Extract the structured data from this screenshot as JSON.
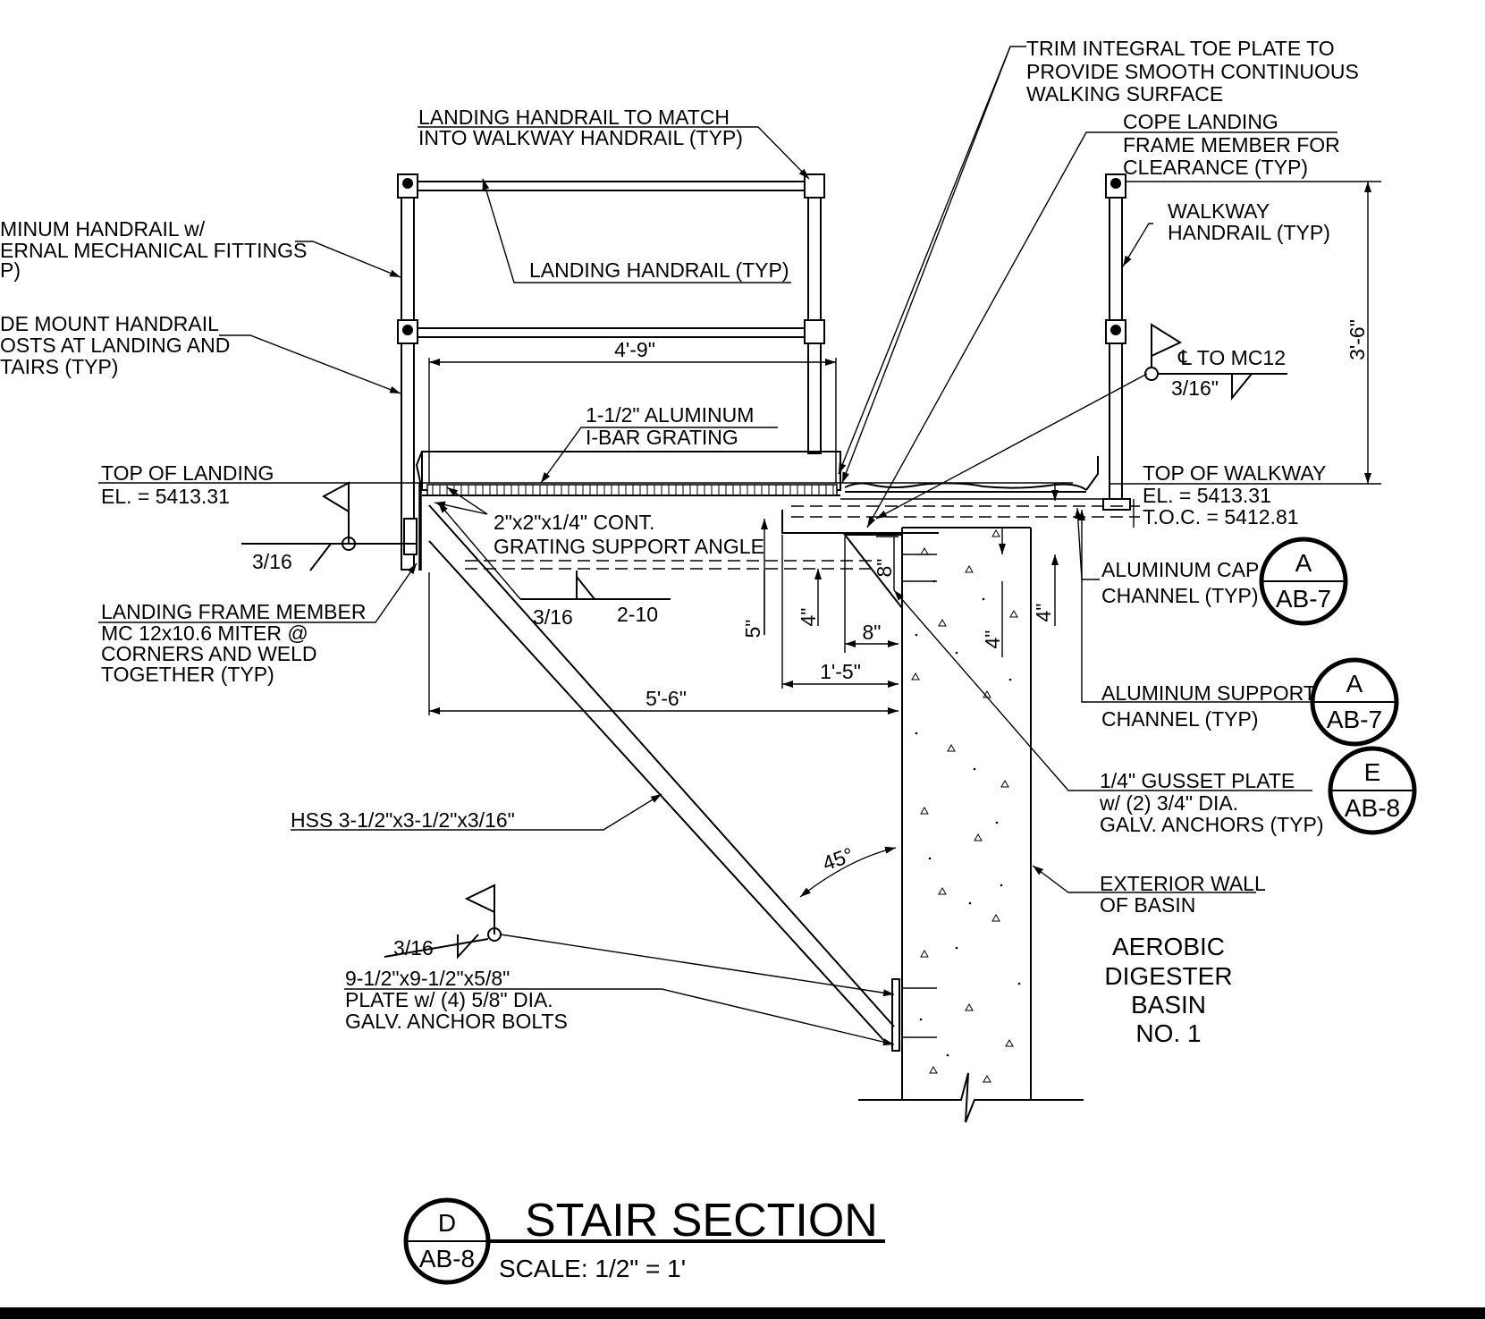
{
  "notes": {
    "trim_toe_plate": [
      "TRIM INTEGRAL TOE PLATE TO",
      "PROVIDE SMOOTH CONTINUOUS",
      "WALKING SURFACE"
    ],
    "cope_landing": [
      "COPE LANDING",
      "FRAME MEMBER FOR",
      "CLEARANCE (TYP)"
    ],
    "landing_handrail_match": [
      "LANDING HANDRAIL TO MATCH",
      "INTO WALKWAY HANDRAIL (TYP)"
    ],
    "walkway_handrail": [
      "WALKWAY",
      "HANDRAIL (TYP)"
    ],
    "aluminum_handrail": [
      "MINUM HANDRAIL w/",
      "ERNAL MECHANICAL FITTINGS",
      "P)"
    ],
    "landing_handrail": "LANDING HANDRAIL (TYP)",
    "side_mount": [
      "DE MOUNT HANDRAIL",
      "OSTS AT LANDING AND",
      "TAIRS (TYP)"
    ],
    "grating": [
      "1-1/2\" ALUMINUM",
      "I-BAR GRATING"
    ],
    "pl_to_mc12": "℄ TO MC12",
    "top_of_landing": [
      "TOP OF LANDING",
      "EL. = 5413.31"
    ],
    "top_of_walkway": [
      "TOP OF WALKWAY",
      "EL. = 5413.31",
      "T.O.C. = 5412.81"
    ],
    "support_angle": [
      "2\"x2\"x1/4\" CONT.",
      "GRATING SUPPORT ANGLE"
    ],
    "landing_frame": [
      "LANDING FRAME MEMBER",
      "MC 12x10.6 MITER @",
      "CORNERS AND WELD",
      "TOGETHER (TYP)"
    ],
    "aluminum_cap": [
      "ALUMINUM CAP",
      "CHANNEL (TYP)"
    ],
    "aluminum_support": [
      "ALUMINUM SUPPORT",
      "CHANNEL (TYP)"
    ],
    "gusset": [
      "1/4\" GUSSET PLATE",
      "w/ (2) 3/4\" DIA.",
      "GALV. ANCHORS (TYP)"
    ],
    "hss": "HSS 3-1/2\"x3-1/2\"x3/16\"",
    "exterior_wall": [
      "EXTERIOR WALL",
      "OF BASIN"
    ],
    "basin": [
      "AEROBIC",
      "DIGESTER",
      "BASIN",
      "NO. 1"
    ],
    "plate": [
      "9-1/2\"x9-1/2\"x5/8\"",
      "PLATE w/ (4) 5/8\" DIA.",
      "GALV. ANCHOR BOLTS"
    ]
  },
  "dimensions": {
    "landing_width": "4'-9\"",
    "rail_height": "3'-6\"",
    "plate_weld": "3/16\"",
    "weld_left": "3/16",
    "weld_angle": "3/16",
    "weld_angle_length": "2-10",
    "weld_plate": "3/16",
    "d_5": "5\"",
    "d_4a": "4\"",
    "d_8v": "8\"",
    "d_8h": "8\"",
    "d_4b": "4\"",
    "d_4c": "4\"",
    "d_1_5": "1'-5\"",
    "d_5_6": "5'-6\"",
    "angle": "45°"
  },
  "callouts": {
    "cap": {
      "top": "A",
      "bottom": "AB-7"
    },
    "support": {
      "top": "A",
      "bottom": "AB-7"
    },
    "gusset": {
      "top": "E",
      "bottom": "AB-8"
    }
  },
  "title": {
    "tag_top": "D",
    "tag_bottom": "AB-8",
    "name": "STAIR SECTION",
    "scale": "SCALE: 1/2\" = 1'"
  }
}
